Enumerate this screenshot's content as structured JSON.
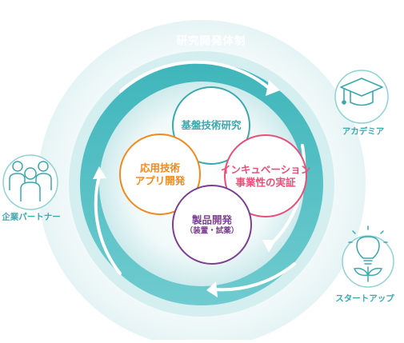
{
  "title": "研究開発体制",
  "circles": {
    "fundamental": {
      "label": "基盤技術研究",
      "color": "#3aa9ad"
    },
    "application": {
      "line1": "応用技術",
      "line2": "アプリ開発",
      "color": "#f08a1f"
    },
    "incubation": {
      "line1": "インキュベーション",
      "line2": "事業性の実証",
      "color": "#e94f79"
    },
    "product": {
      "line1": "製品開発",
      "line2": "（装置・試薬）",
      "color": "#7c3f91"
    }
  },
  "partners": {
    "academia": {
      "label": "アカデミア",
      "icon": "graduation-cap-icon"
    },
    "companies": {
      "label": "企業パートナー",
      "icon": "people-group-icon"
    },
    "startups": {
      "label": "スタートアップ",
      "icon": "lightbulb-sprout-icon"
    }
  },
  "colors": {
    "ring_outer": "#e9f6f7",
    "ring_mid": "#c6e8ea",
    "ring_main": "#5cc2c6",
    "inner_fill": "#d7eeef",
    "accent": "#3aa9ad"
  }
}
